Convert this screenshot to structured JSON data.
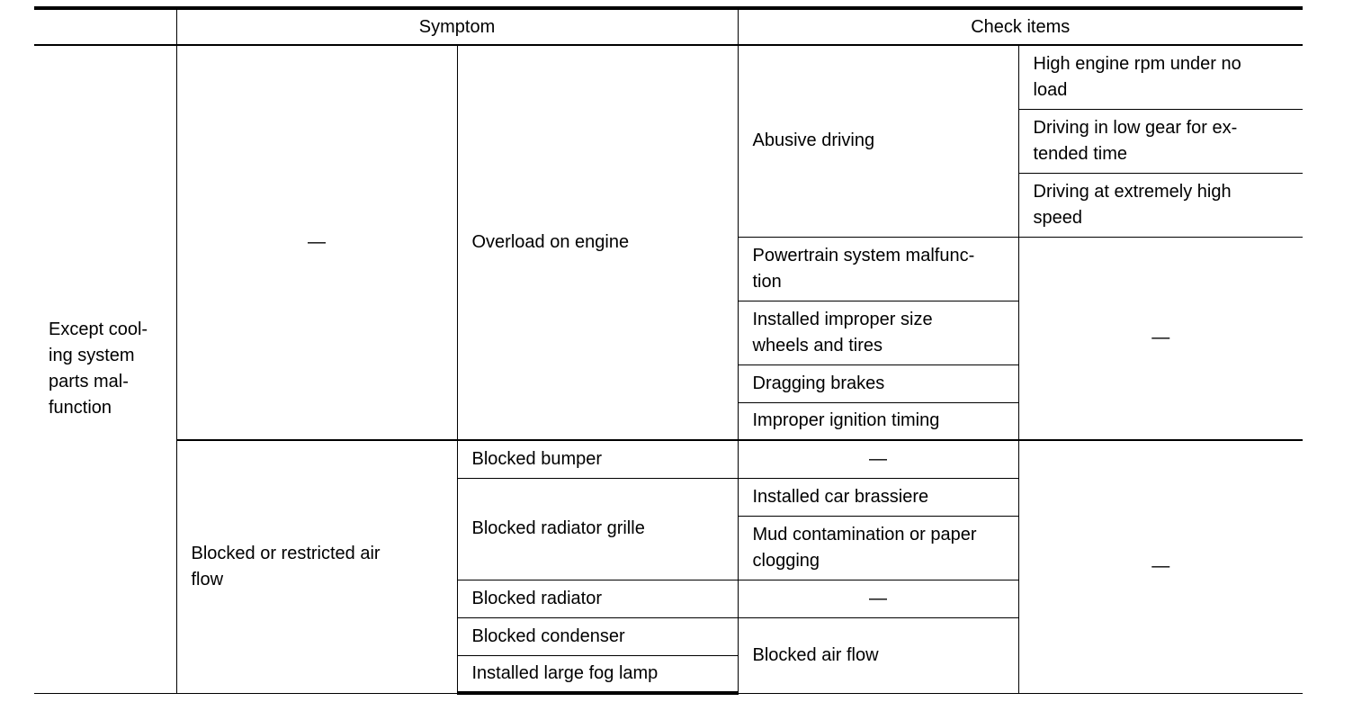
{
  "header": {
    "col_blank": "",
    "symptom": "Symptom",
    "check_items": "Check items"
  },
  "category": "Except cool-\ning system\nparts mal-\nfunction",
  "groups": [
    {
      "symptom_a": "—",
      "symptom_b": "Overload on engine",
      "checks": [
        {
          "item": "Abusive driving",
          "details": [
            "High engine rpm under no\nload",
            "Driving in low gear for ex-\ntended time",
            "Driving at extremely high\nspeed"
          ]
        },
        {
          "items": [
            "Powertrain system malfunc-\ntion",
            "Installed improper size\nwheels and tires",
            "Dragging brakes",
            "Improper ignition timing"
          ],
          "detail": "—"
        }
      ]
    },
    {
      "symptom_a": "Blocked or restricted air\nflow",
      "rows": [
        {
          "symptom": "Blocked bumper",
          "check": "—"
        },
        {
          "symptom": "Blocked radiator grille",
          "checks": [
            "Installed car brassiere",
            "Mud contamination or paper\nclogging"
          ]
        },
        {
          "symptom": "Blocked radiator",
          "check": "—"
        },
        {
          "symptoms": [
            "Blocked condenser",
            "Installed large fog lamp"
          ],
          "check": "Blocked air flow"
        }
      ],
      "detail": "—"
    }
  ]
}
